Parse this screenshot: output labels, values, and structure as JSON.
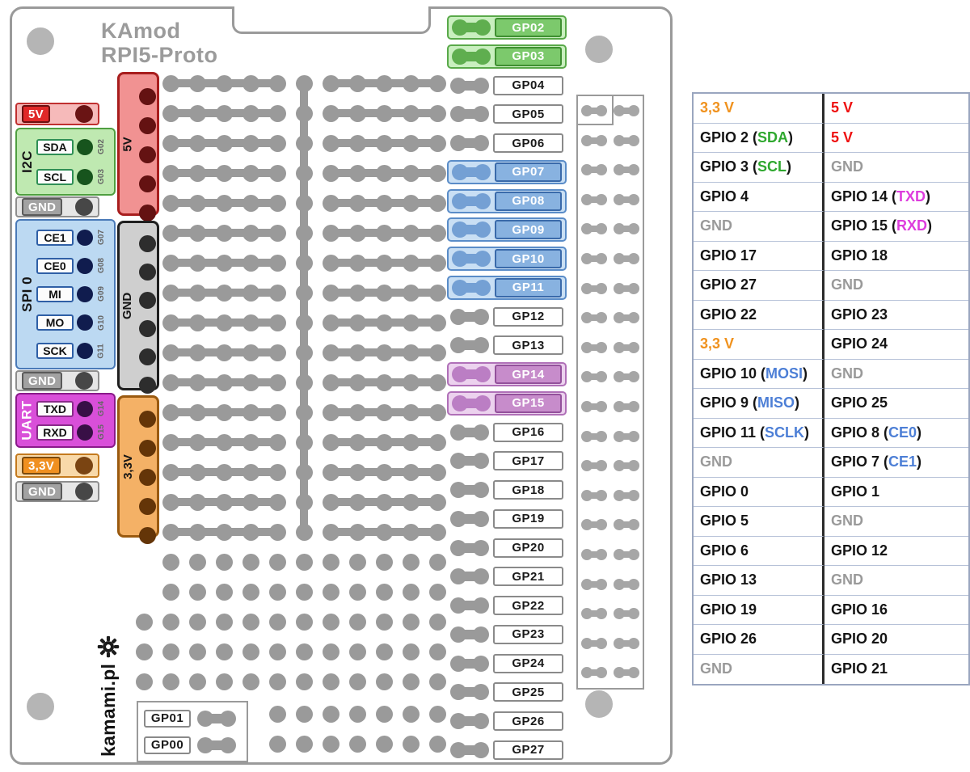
{
  "title": {
    "line1": "KAmod",
    "line2": "RPI5-Proto"
  },
  "brand": "kamami.pl",
  "colors": {
    "v5": "#ee1111",
    "v33": "#f0921e",
    "gnd": "#9a9a9a",
    "i2c": "#2fa82f",
    "spi": "#4d7fd6",
    "uart": "#dd3ddd",
    "default": "#151515"
  },
  "left_panel": [
    {
      "key": "5v",
      "type": "single",
      "theme": "v5",
      "label": "5V"
    },
    {
      "key": "i2c",
      "type": "group",
      "theme": "i2c",
      "label": "I2C",
      "pins": [
        {
          "name": "SDA",
          "tag": "G02"
        },
        {
          "name": "SCL",
          "tag": "G03"
        }
      ]
    },
    {
      "key": "gnd-1",
      "type": "single",
      "theme": "gnd",
      "label": "GND"
    },
    {
      "key": "spi0",
      "type": "group",
      "theme": "spi",
      "label": "SPI 0",
      "pins": [
        {
          "name": "CE1",
          "tag": "G07"
        },
        {
          "name": "CE0",
          "tag": "G08"
        },
        {
          "name": "MI",
          "tag": "G09"
        },
        {
          "name": "MO",
          "tag": "G10"
        },
        {
          "name": "SCK",
          "tag": "G11"
        }
      ]
    },
    {
      "key": "gnd-2",
      "type": "single",
      "theme": "gnd",
      "label": "GND"
    },
    {
      "key": "uart",
      "type": "group",
      "theme": "uart",
      "label": "UART",
      "pins": [
        {
          "name": "TXD",
          "tag": "G14"
        },
        {
          "name": "RXD",
          "tag": "G15"
        }
      ]
    },
    {
      "key": "3v3",
      "type": "single",
      "theme": "v33",
      "label": "3,3V"
    },
    {
      "key": "gnd-3",
      "type": "single",
      "theme": "gnd",
      "label": "GND"
    }
  ],
  "rails": [
    {
      "key": "5v",
      "theme": "v5",
      "label": "5V"
    },
    {
      "key": "gnd",
      "theme": "gnd",
      "label": "GND"
    },
    {
      "key": "3v3",
      "theme": "v33",
      "label": "3,3V"
    }
  ],
  "gpio_pins": [
    {
      "label": "GP02",
      "group": "i2c"
    },
    {
      "label": "GP03",
      "group": "i2c"
    },
    {
      "label": "GP04",
      "group": "plain"
    },
    {
      "label": "GP05",
      "group": "plain"
    },
    {
      "label": "GP06",
      "group": "plain"
    },
    {
      "label": "GP07",
      "group": "spi"
    },
    {
      "label": "GP08",
      "group": "spi"
    },
    {
      "label": "GP09",
      "group": "spi"
    },
    {
      "label": "GP10",
      "group": "spi"
    },
    {
      "label": "GP11",
      "group": "spi"
    },
    {
      "label": "GP12",
      "group": "plain"
    },
    {
      "label": "GP13",
      "group": "plain"
    },
    {
      "label": "GP14",
      "group": "uart"
    },
    {
      "label": "GP15",
      "group": "uart"
    },
    {
      "label": "GP16",
      "group": "plain"
    },
    {
      "label": "GP17",
      "group": "plain"
    },
    {
      "label": "GP18",
      "group": "plain"
    },
    {
      "label": "GP19",
      "group": "plain"
    },
    {
      "label": "GP20",
      "group": "plain"
    },
    {
      "label": "GP21",
      "group": "plain"
    },
    {
      "label": "GP22",
      "group": "plain"
    },
    {
      "label": "GP23",
      "group": "plain"
    },
    {
      "label": "GP24",
      "group": "plain"
    },
    {
      "label": "GP25",
      "group": "plain"
    },
    {
      "label": "GP26",
      "group": "plain"
    },
    {
      "label": "GP27",
      "group": "plain"
    }
  ],
  "bottom_pins": [
    {
      "label": "GP01"
    },
    {
      "label": "GP00"
    }
  ],
  "pinout_table": {
    "rows": [
      {
        "left": {
          "label": "3,3 V",
          "color": "v33"
        },
        "right": {
          "label": "5 V",
          "color": "v5"
        }
      },
      {
        "left": {
          "label": "GPIO 2",
          "accent": "SDA",
          "accent_color": "i2c"
        },
        "right": {
          "label": "5 V",
          "color": "v5"
        }
      },
      {
        "left": {
          "label": "GPIO 3",
          "accent": "SCL",
          "accent_color": "i2c"
        },
        "right": {
          "label": "GND",
          "color": "gnd"
        }
      },
      {
        "left": {
          "label": "GPIO 4"
        },
        "right": {
          "label": "GPIO 14",
          "accent": "TXD",
          "accent_color": "uart"
        }
      },
      {
        "left": {
          "label": "GND",
          "color": "gnd"
        },
        "right": {
          "label": "GPIO 15",
          "accent": "RXD",
          "accent_color": "uart"
        }
      },
      {
        "left": {
          "label": "GPIO 17"
        },
        "right": {
          "label": "GPIO 18"
        }
      },
      {
        "left": {
          "label": "GPIO 27"
        },
        "right": {
          "label": "GND",
          "color": "gnd"
        }
      },
      {
        "left": {
          "label": "GPIO 22"
        },
        "right": {
          "label": "GPIO 23"
        }
      },
      {
        "left": {
          "label": "3,3 V",
          "color": "v33"
        },
        "right": {
          "label": "GPIO 24"
        }
      },
      {
        "left": {
          "label": "GPIO 10",
          "accent": "MOSI",
          "accent_color": "spi"
        },
        "right": {
          "label": "GND",
          "color": "gnd"
        }
      },
      {
        "left": {
          "label": "GPIO 9",
          "accent": "MISO",
          "accent_color": "spi"
        },
        "right": {
          "label": "GPIO 25"
        }
      },
      {
        "left": {
          "label": "GPIO 11",
          "accent": "SCLK",
          "accent_color": "spi"
        },
        "right": {
          "label": "GPIO 8",
          "accent": "CE0",
          "accent_color": "spi"
        }
      },
      {
        "left": {
          "label": "GND",
          "color": "gnd"
        },
        "right": {
          "label": "GPIO 7",
          "accent": "CE1",
          "accent_color": "spi"
        }
      },
      {
        "left": {
          "label": "GPIO 0"
        },
        "right": {
          "label": "GPIO 1"
        }
      },
      {
        "left": {
          "label": "GPIO 5"
        },
        "right": {
          "label": "GND",
          "color": "gnd"
        }
      },
      {
        "left": {
          "label": "GPIO 6"
        },
        "right": {
          "label": "GPIO 12"
        }
      },
      {
        "left": {
          "label": "GPIO 13"
        },
        "right": {
          "label": "GND",
          "color": "gnd"
        }
      },
      {
        "left": {
          "label": "GPIO 19"
        },
        "right": {
          "label": "GPIO 16"
        }
      },
      {
        "left": {
          "label": "GPIO 26"
        },
        "right": {
          "label": "GPIO 20"
        }
      },
      {
        "left": {
          "label": "GND",
          "color": "gnd"
        },
        "right": {
          "label": "GPIO 21"
        }
      }
    ]
  }
}
